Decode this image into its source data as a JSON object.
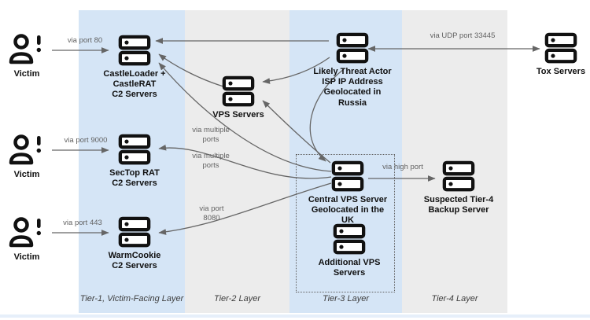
{
  "lanes": [
    {
      "id": "tier1",
      "label": "Tier-1, Victim-Facing Layer"
    },
    {
      "id": "tier2",
      "label": "Tier-2 Layer"
    },
    {
      "id": "tier3",
      "label": "Tier-3 Layer"
    },
    {
      "id": "tier4",
      "label": "Tier-4 Layer"
    }
  ],
  "victims": [
    {
      "label": "Victim"
    },
    {
      "label": "Victim"
    },
    {
      "label": "Victim"
    }
  ],
  "nodes": {
    "castle": {
      "label": "CastleLoader +\nCastleRAT\nC2 Servers"
    },
    "sectop": {
      "label": "SecTop RAT\nC2 Servers"
    },
    "warmcookie": {
      "label": "WarmCookie\nC2 Servers"
    },
    "vps": {
      "label": "VPS Servers"
    },
    "threat": {
      "label": "Likely Threat Actor\nISP IP Address\nGeolocated in\nRussia"
    },
    "tox": {
      "label": "Tox Servers"
    },
    "central": {
      "label": "Central VPS Server\nGeolocated in the\nUK"
    },
    "additional": {
      "label": "Additional VPS\nServers"
    },
    "backup": {
      "label": "Suspected Tier-4\nBackup Server"
    }
  },
  "edge_labels": {
    "port80": "via port 80",
    "port9000": "via port 9000",
    "port443": "via port 443",
    "udp": "via UDP port 33445",
    "highport": "via high port",
    "multi1": "via multiple\nports",
    "multi2": "via multiple\nports",
    "port8080": "via port\n8080"
  },
  "icons": [
    "server-icon",
    "victim-person-icon",
    "exclamation-icon",
    "arrowhead-icon"
  ],
  "colors": {
    "lane_blue": "#d5e5f6",
    "lane_gray": "#ececec",
    "arrow_gray": "#666666",
    "icon_black": "#111111",
    "label_black": "#101010",
    "via_label_gray": "#636363"
  }
}
